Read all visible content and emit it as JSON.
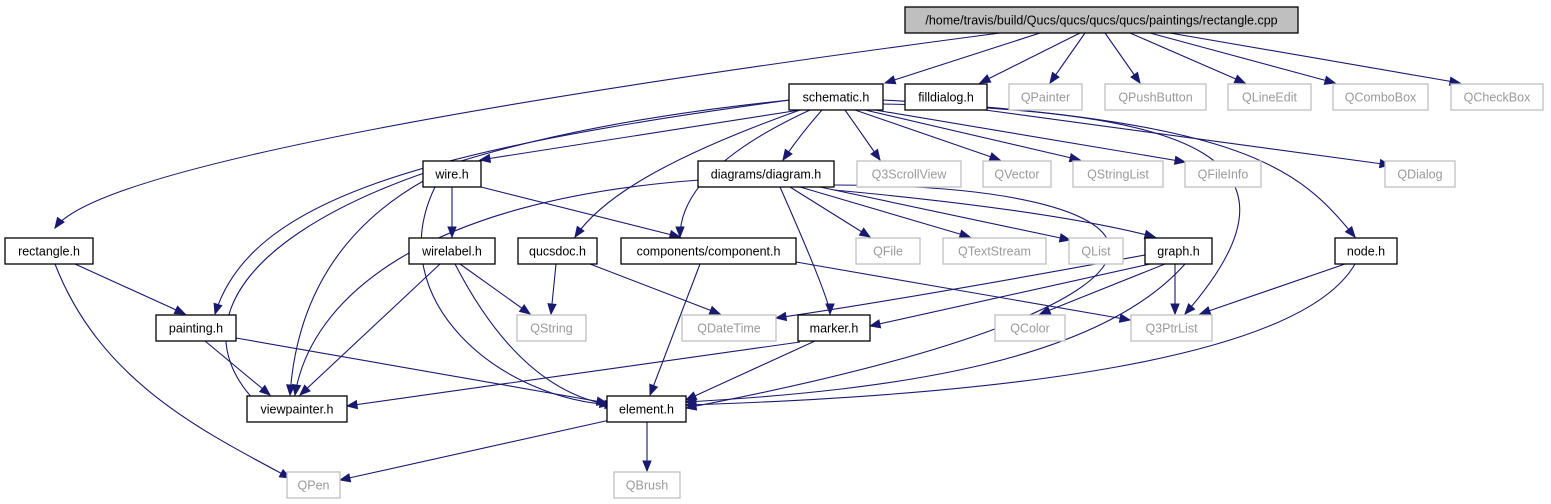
{
  "diagram": {
    "colors": {
      "edge": "#191970",
      "root_fill": "#bfbfbf",
      "internal_stroke": "#000000",
      "external_stroke": "#bfbfbf",
      "external_text": "#9a9a9a",
      "text": "#000000"
    },
    "nodes": [
      {
        "id": "root",
        "label": "/home/travis/build/Qucs/qucs/qucs/qucs/paintings/rectangle.cpp",
        "kind": "root"
      },
      {
        "id": "schematic",
        "label": "schematic.h",
        "kind": "internal"
      },
      {
        "id": "filldialog",
        "label": "filldialog.h",
        "kind": "internal"
      },
      {
        "id": "qpainter",
        "label": "QPainter",
        "kind": "external"
      },
      {
        "id": "qpushbutton",
        "label": "QPushButton",
        "kind": "external"
      },
      {
        "id": "qlineedit",
        "label": "QLineEdit",
        "kind": "external"
      },
      {
        "id": "qcombobox",
        "label": "QComboBox",
        "kind": "external"
      },
      {
        "id": "qcheckbox",
        "label": "QCheckBox",
        "kind": "external"
      },
      {
        "id": "wire",
        "label": "wire.h",
        "kind": "internal"
      },
      {
        "id": "diagram",
        "label": "diagrams/diagram.h",
        "kind": "internal"
      },
      {
        "id": "q3scrollview",
        "label": "Q3ScrollView",
        "kind": "external"
      },
      {
        "id": "qvector",
        "label": "QVector",
        "kind": "external"
      },
      {
        "id": "qstringlist",
        "label": "QStringList",
        "kind": "external"
      },
      {
        "id": "qfileinfo",
        "label": "QFileInfo",
        "kind": "external"
      },
      {
        "id": "qdialog",
        "label": "QDialog",
        "kind": "external"
      },
      {
        "id": "rectangle",
        "label": "rectangle.h",
        "kind": "internal"
      },
      {
        "id": "wirelabel",
        "label": "wirelabel.h",
        "kind": "internal"
      },
      {
        "id": "qucsdoc",
        "label": "qucsdoc.h",
        "kind": "internal"
      },
      {
        "id": "component",
        "label": "components/component.h",
        "kind": "internal"
      },
      {
        "id": "qfile",
        "label": "QFile",
        "kind": "external"
      },
      {
        "id": "qtextstream",
        "label": "QTextStream",
        "kind": "external"
      },
      {
        "id": "qlist",
        "label": "QList",
        "kind": "external"
      },
      {
        "id": "graph",
        "label": "graph.h",
        "kind": "internal"
      },
      {
        "id": "node",
        "label": "node.h",
        "kind": "internal"
      },
      {
        "id": "painting",
        "label": "painting.h",
        "kind": "internal"
      },
      {
        "id": "qstring",
        "label": "QString",
        "kind": "external"
      },
      {
        "id": "qdatetime",
        "label": "QDateTime",
        "kind": "external"
      },
      {
        "id": "marker",
        "label": "marker.h",
        "kind": "internal"
      },
      {
        "id": "qcolor",
        "label": "QColor",
        "kind": "external"
      },
      {
        "id": "q3ptrlist",
        "label": "Q3PtrList",
        "kind": "external"
      },
      {
        "id": "viewpainter",
        "label": "viewpainter.h",
        "kind": "internal"
      },
      {
        "id": "element",
        "label": "element.h",
        "kind": "internal"
      },
      {
        "id": "qpen",
        "label": "QPen",
        "kind": "external"
      },
      {
        "id": "qbrush",
        "label": "QBrush",
        "kind": "external"
      }
    ],
    "edges": [
      {
        "from": "root",
        "to": "rectangle"
      },
      {
        "from": "root",
        "to": "schematic"
      },
      {
        "from": "root",
        "to": "filldialog"
      },
      {
        "from": "root",
        "to": "qpainter"
      },
      {
        "from": "root",
        "to": "qpushbutton"
      },
      {
        "from": "root",
        "to": "qlineedit"
      },
      {
        "from": "root",
        "to": "qcombobox"
      },
      {
        "from": "root",
        "to": "qcheckbox"
      },
      {
        "from": "schematic",
        "to": "wire"
      },
      {
        "from": "schematic",
        "to": "diagram"
      },
      {
        "from": "schematic",
        "to": "q3scrollview"
      },
      {
        "from": "schematic",
        "to": "qvector"
      },
      {
        "from": "schematic",
        "to": "qstringlist"
      },
      {
        "from": "schematic",
        "to": "qfileinfo"
      },
      {
        "from": "schematic",
        "to": "qucsdoc"
      },
      {
        "from": "schematic",
        "to": "component"
      },
      {
        "from": "schematic",
        "to": "painting"
      },
      {
        "from": "schematic",
        "to": "viewpainter"
      },
      {
        "from": "schematic",
        "to": "node"
      },
      {
        "from": "schematic",
        "to": "q3ptrlist"
      },
      {
        "from": "filldialog",
        "to": "qdialog"
      },
      {
        "from": "rectangle",
        "to": "painting"
      },
      {
        "from": "rectangle",
        "to": "qpen"
      },
      {
        "from": "wire",
        "to": "wirelabel"
      },
      {
        "from": "wire",
        "to": "component"
      },
      {
        "from": "wire",
        "to": "viewpainter"
      },
      {
        "from": "wire",
        "to": "element"
      },
      {
        "from": "diagram",
        "to": "viewpainter"
      },
      {
        "from": "diagram",
        "to": "qfile"
      },
      {
        "from": "diagram",
        "to": "qtextstream"
      },
      {
        "from": "diagram",
        "to": "qlist"
      },
      {
        "from": "diagram",
        "to": "graph"
      },
      {
        "from": "diagram",
        "to": "marker"
      },
      {
        "from": "diagram",
        "to": "element"
      },
      {
        "from": "wirelabel",
        "to": "qstring"
      },
      {
        "from": "wirelabel",
        "to": "viewpainter"
      },
      {
        "from": "wirelabel",
        "to": "element"
      },
      {
        "from": "qucsdoc",
        "to": "qstring"
      },
      {
        "from": "qucsdoc",
        "to": "qdatetime"
      },
      {
        "from": "component",
        "to": "element"
      },
      {
        "from": "component",
        "to": "q3ptrlist"
      },
      {
        "from": "graph",
        "to": "qdatetime"
      },
      {
        "from": "graph",
        "to": "marker"
      },
      {
        "from": "graph",
        "to": "qcolor"
      },
      {
        "from": "graph",
        "to": "q3ptrlist"
      },
      {
        "from": "graph",
        "to": "element"
      },
      {
        "from": "node",
        "to": "q3ptrlist"
      },
      {
        "from": "node",
        "to": "element"
      },
      {
        "from": "painting",
        "to": "viewpainter"
      },
      {
        "from": "painting",
        "to": "element"
      },
      {
        "from": "marker",
        "to": "viewpainter"
      },
      {
        "from": "marker",
        "to": "element"
      },
      {
        "from": "element",
        "to": "qpen"
      },
      {
        "from": "element",
        "to": "qbrush"
      }
    ]
  }
}
